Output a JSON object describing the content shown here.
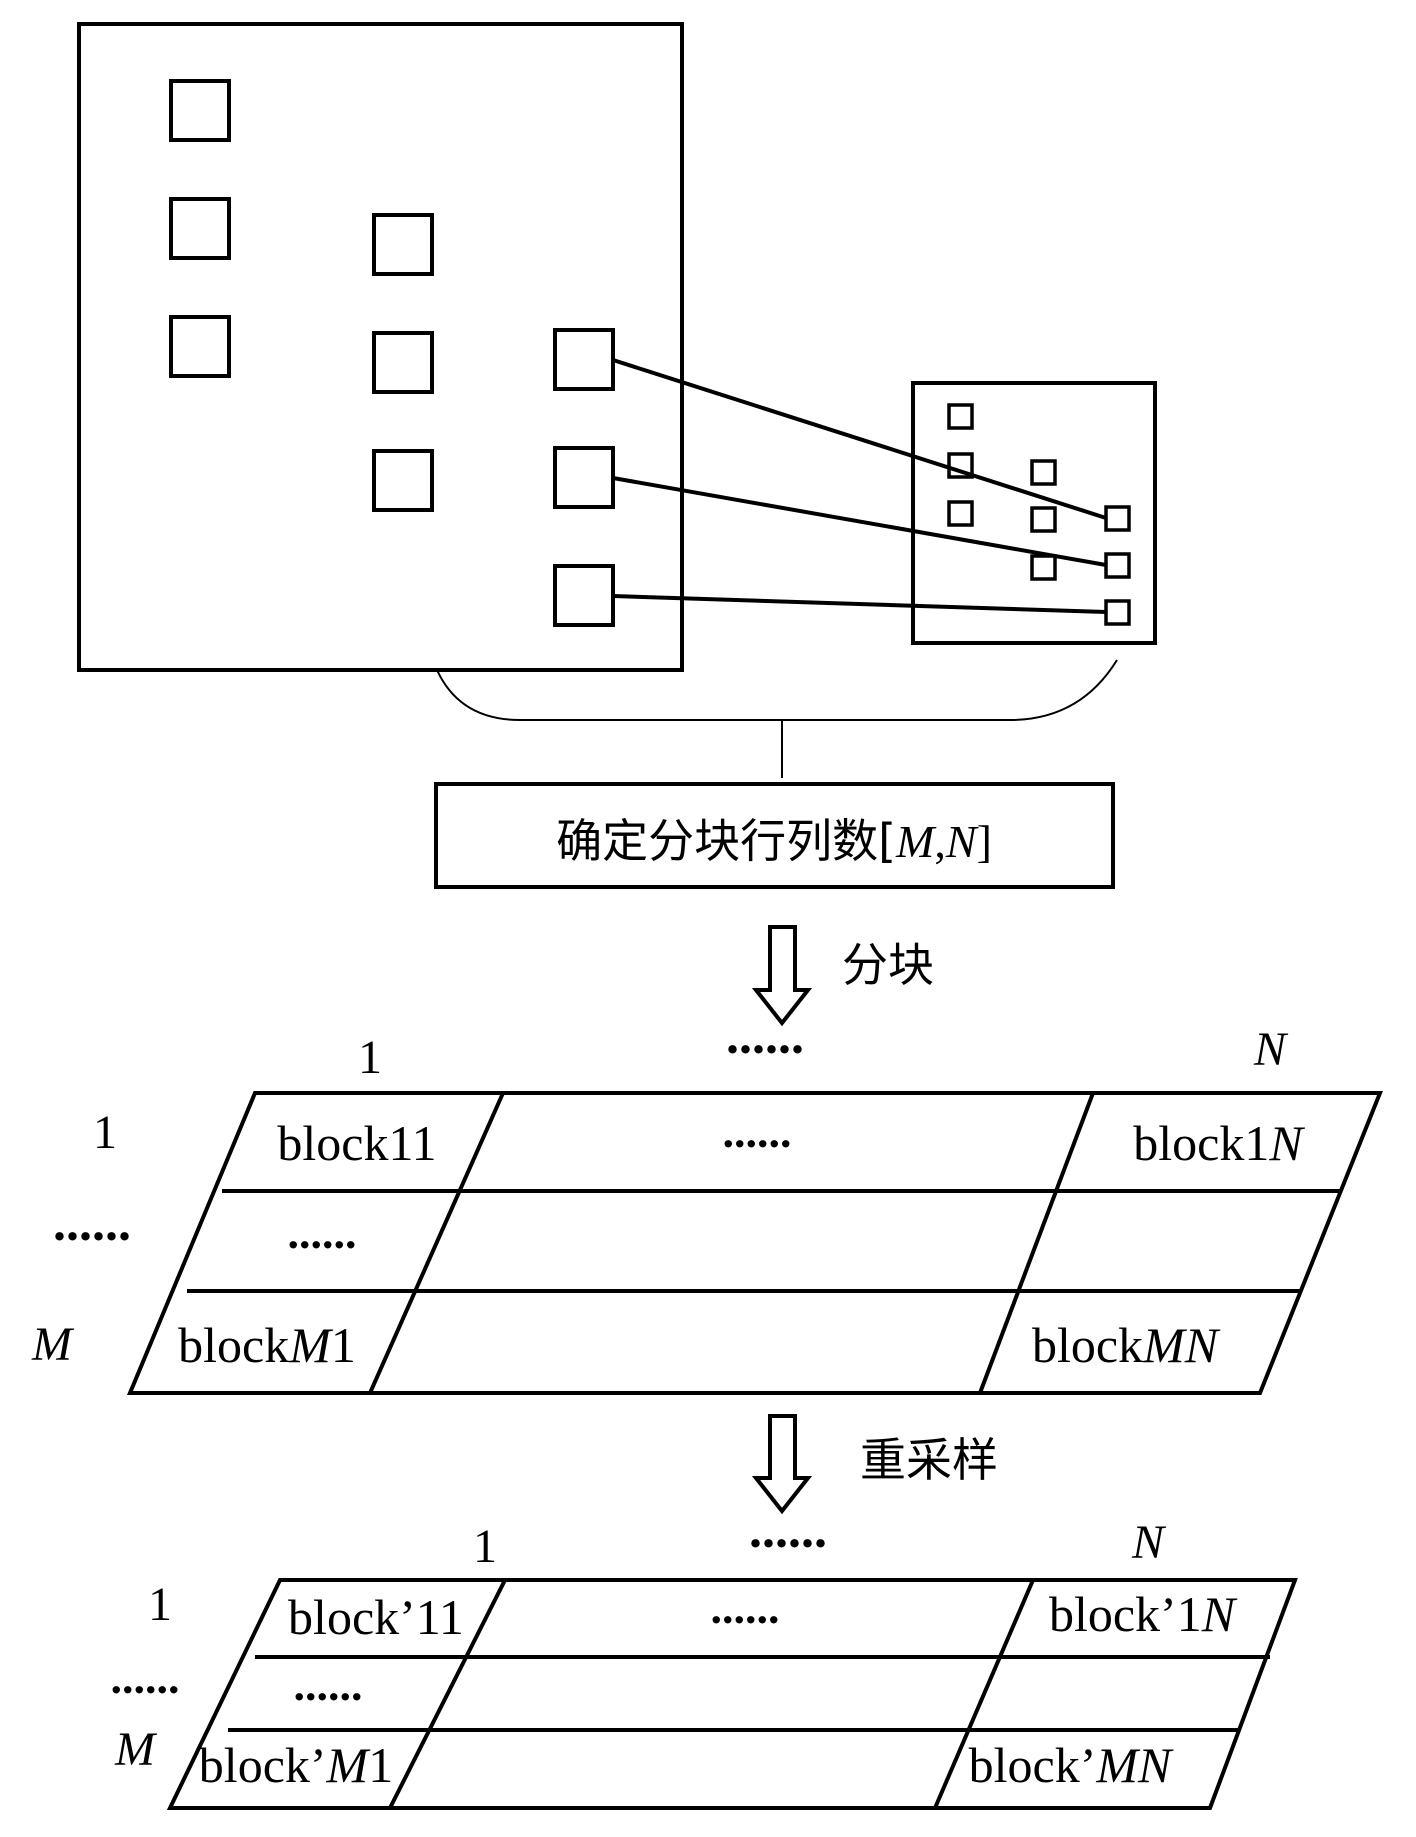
{
  "top_box_label": {
    "text": "确定分块行列数[",
    "m": "M",
    "comma": ",",
    "n": "N",
    "close": "]"
  },
  "arrow1_label": "分块",
  "arrow2_label": "重采样",
  "grid1": {
    "col_first": "1",
    "col_mid": "......",
    "col_last": "N",
    "row_first": "1",
    "row_mid": "......",
    "row_last": "M",
    "cell_11": "block11",
    "cell_1N": {
      "prefix": "block1",
      "n": "N"
    },
    "cell_top_mid": "......",
    "cell_mid_first": "......",
    "cell_M1": {
      "prefix": "block",
      "m": "M",
      "suffix": "1"
    },
    "cell_MN": {
      "prefix": "block",
      "mn": "MN"
    }
  },
  "grid2": {
    "col_first": "1",
    "col_mid": "......",
    "col_last": "N",
    "row_first": "1",
    "row_mid": "......",
    "row_last": "M",
    "cell_11": "block’11",
    "cell_1N": {
      "prefix": "block’1",
      "n": "N"
    },
    "cell_top_mid": "......",
    "cell_mid_first": "......",
    "cell_M1": {
      "prefix": "block’",
      "m": "M",
      "suffix": "1"
    },
    "cell_MN": {
      "prefix": "block’",
      "mn": "MN"
    }
  }
}
